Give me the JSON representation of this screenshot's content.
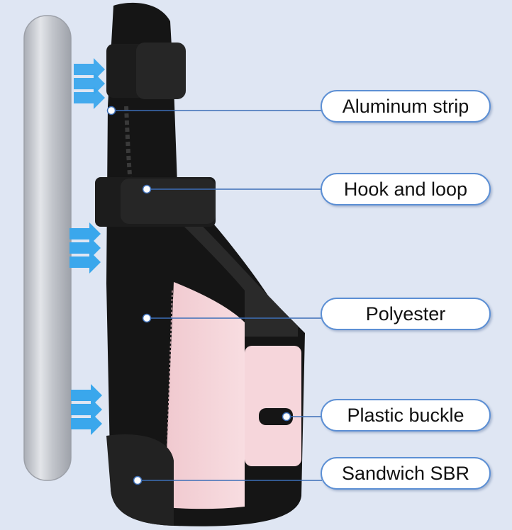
{
  "labels": {
    "aluminum_strip": "Aluminum strip",
    "hook_and_loop": "Hook and loop",
    "polyester": "Polyester",
    "plastic_buckle": "Plastic buckle",
    "sandwich_sbr": "Sandwich SBR"
  },
  "colors": {
    "background": "#dfe6f3",
    "arrow": "#3aa7ec",
    "callout_border": "#5c8fd4",
    "leader_line": "#3d6fb8",
    "brace_black": "#151515",
    "pink_panel": "#f4d3d8",
    "aluminum": "#c9ccd2"
  },
  "icons": [
    "arrow-right-icon"
  ]
}
